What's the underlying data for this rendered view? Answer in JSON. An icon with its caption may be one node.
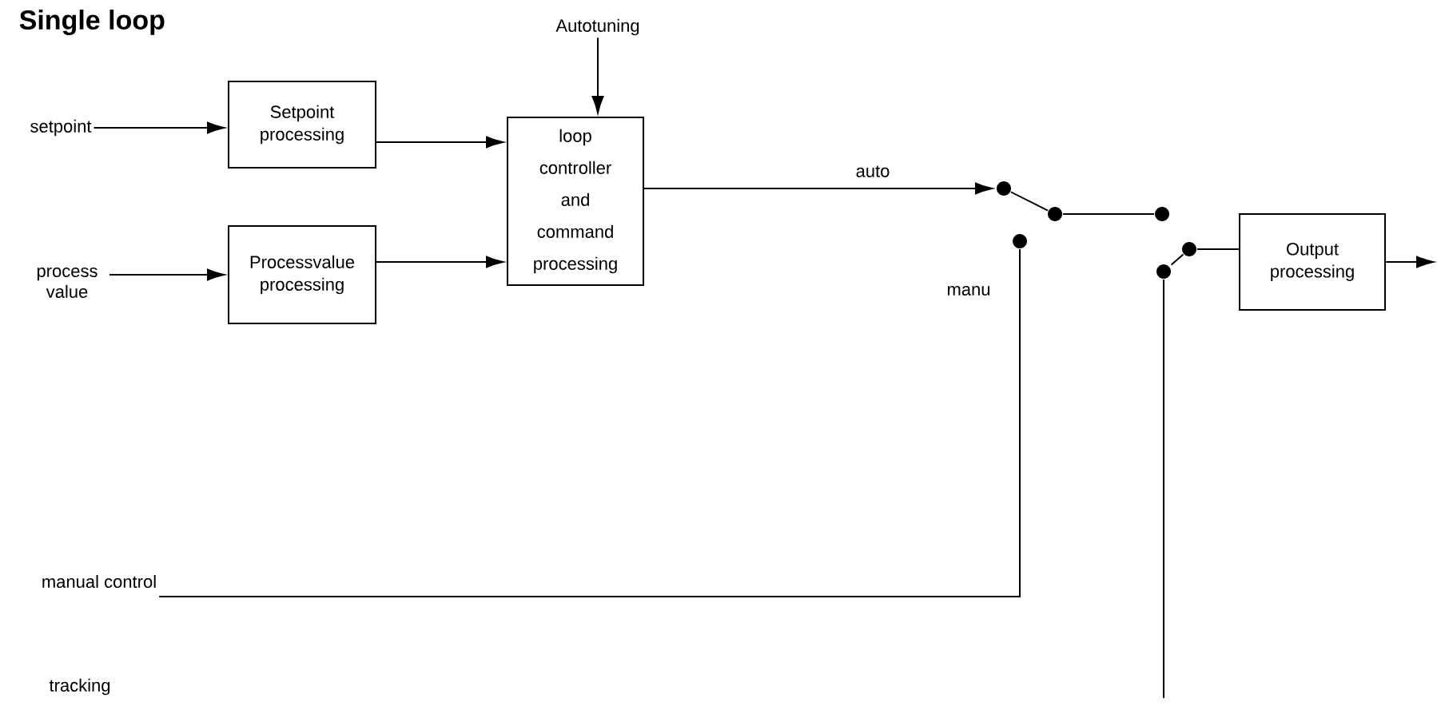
{
  "diagram": {
    "title": "Single loop",
    "nodes": [
      {
        "text": [
          "setpoint"
        ]
      },
      {
        "text": [
          "Setpoint processing"
        ]
      },
      {
        "text": [
          "process value"
        ]
      },
      {
        "text": [
          "Processvalue processing"
        ]
      },
      {
        "text": [
          "Autotuning"
        ]
      },
      {
        "text": [
          "loop controller and command processing"
        ]
      },
      {
        "text": [
          "Output processing"
        ]
      },
      {
        "text": [
          "manual control"
        ]
      },
      {
        "text": [
          "tracking"
        ]
      },
      {
        "text": [],
        "shape": "circle"
      },
      {
        "text": [],
        "shape": "circle"
      },
      {
        "text": [],
        "shape": "circle"
      },
      {
        "text": [],
        "shape": "circle"
      },
      {
        "text": [],
        "shape": "circle"
      },
      {
        "text": [],
        "shape": "circle"
      }
    ],
    "edges": [
      {
        "from": 0,
        "to": 1,
        "arrow": "to"
      },
      {
        "from": 1,
        "to": 5,
        "arrow": "to"
      },
      {
        "from": 2,
        "to": 3,
        "arrow": "to"
      },
      {
        "from": 3,
        "to": 5,
        "arrow": "to"
      },
      {
        "from": 4,
        "to": 5,
        "arrow": "to"
      },
      {
        "from": 5,
        "to": 9,
        "arrow": "to",
        "label": "auto"
      },
      {
        "from": 9,
        "to": 11,
        "arrow": "none"
      },
      {
        "from": 11,
        "to": 12,
        "arrow": "none"
      },
      {
        "from": 7,
        "to": 10,
        "arrow": "none"
      },
      {
        "from": null,
        "to": 13,
        "arrow": "none"
      },
      {
        "from": 14,
        "to": 13,
        "arrow": "none"
      },
      {
        "from": 14,
        "to": 6,
        "arrow": "none"
      },
      {
        "from": 6,
        "to": null,
        "arrow": "to"
      }
    ],
    "labels": [
      "manu"
    ]
  }
}
